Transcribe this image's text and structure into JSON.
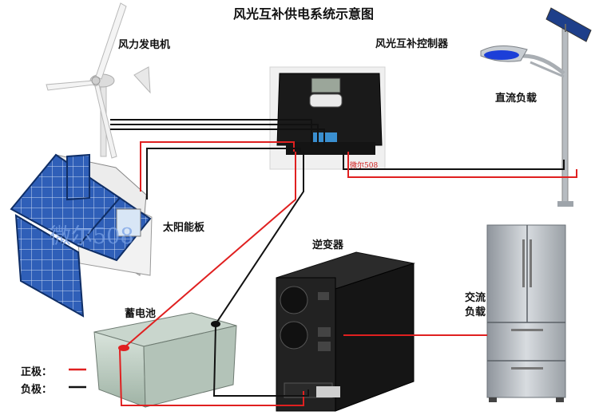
{
  "diagram": {
    "title": "风光互补供电系统示意图",
    "components": {
      "wind_turbine": "风力发电机",
      "controller": "风光互补控制器",
      "dc_load": "直流负载",
      "solar_panel": "太阳能板",
      "inverter": "逆变器",
      "battery": "蓄电池",
      "ac_load_line1": "交流",
      "ac_load_line2": "负载"
    },
    "legend": {
      "positive_label": "正极：",
      "negative_label": "负极：",
      "positive_color": "#e02020",
      "negative_color": "#111111"
    },
    "watermark": {
      "large_text": "微尔508",
      "small_text": "微尔508"
    },
    "colors": {
      "positive_wire": "#e02020",
      "negative_wire": "#111111",
      "panel_blue": "#2f5fb8",
      "device_black": "#1a1a1a",
      "fridge_silver": "#b9bec4",
      "lamp_blue": "#1c3fd8"
    }
  }
}
